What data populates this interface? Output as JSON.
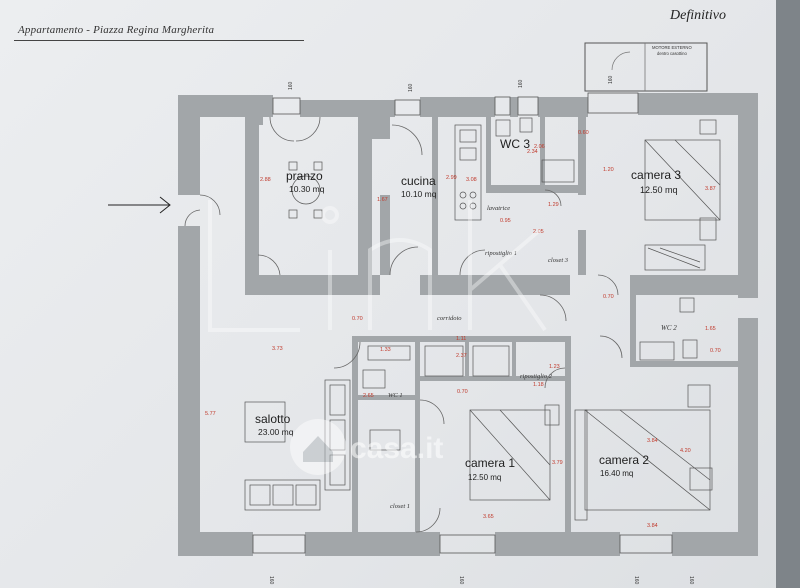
{
  "header": {
    "title": "Appartamento - Piazza Regina Margherita",
    "status": "Definitivo"
  },
  "rooms": {
    "pranzo": {
      "name": "pranzo",
      "area": "10.30 mq"
    },
    "cucina": {
      "name": "cucina",
      "area": "10.10 mq"
    },
    "wc3": {
      "name": "WC 3"
    },
    "camera3": {
      "name": "camera 3",
      "area": "12.50 mq"
    },
    "salotto": {
      "name": "salotto",
      "area": "23.00 mq"
    },
    "camera1": {
      "name": "camera 1",
      "area": "12.50 mq"
    },
    "camera2": {
      "name": "camera 2",
      "area": "16.40 mq"
    }
  },
  "labels": {
    "lavatrice": "lavatrice",
    "ripostiglio1": "ripostiglio 1",
    "ripostiglio2": "ripostiglio 2",
    "closet3": "closet 3",
    "closet1": "closet 1",
    "corridoio": "corridoio",
    "wc2": "WC 2",
    "wc1": "WC 1",
    "motore": "MOTORE ESTERNO",
    "motore_sub": "dentro casottino"
  },
  "dimensions": {
    "d_0_60": "0.60",
    "d_2_06": "2.06",
    "d_2_34": "2.34",
    "d_1_20": "1.20",
    "d_3_87": "3.87",
    "d_2_88": "2.88",
    "d_2_99": "2.99",
    "d_3_08": "3.08",
    "d_0_95": "0.95",
    "d_1_29": "1.29",
    "d_2_05": "2.05",
    "d_0_70a": "0.70",
    "d_0_70b": "0.70",
    "d_3_73": "3.73",
    "d_1_11": "1.11",
    "d_2_37": "2.37",
    "d_1_33": "1.33",
    "d_1_23": "1.23",
    "d_1_18": "1.18",
    "d_1_65": "1.65",
    "d_0_70c": "0.70",
    "d_2_65": "2.65",
    "d_0_70d": "0.70",
    "d_5_77": "5.77",
    "d_3_79": "3.79",
    "d_3_84a": "3.84",
    "d_4_20": "4.20",
    "d_3_65": "3.65",
    "d_3_84b": "3.84",
    "d_1_67": "1.67"
  },
  "window_marks": {
    "w1": "160",
    "w2": "160",
    "w3": "160",
    "w4": "160",
    "w5": "160",
    "w6": "160",
    "w7": "160",
    "w8": "160"
  },
  "watermark": {
    "brand": "casa.it"
  }
}
